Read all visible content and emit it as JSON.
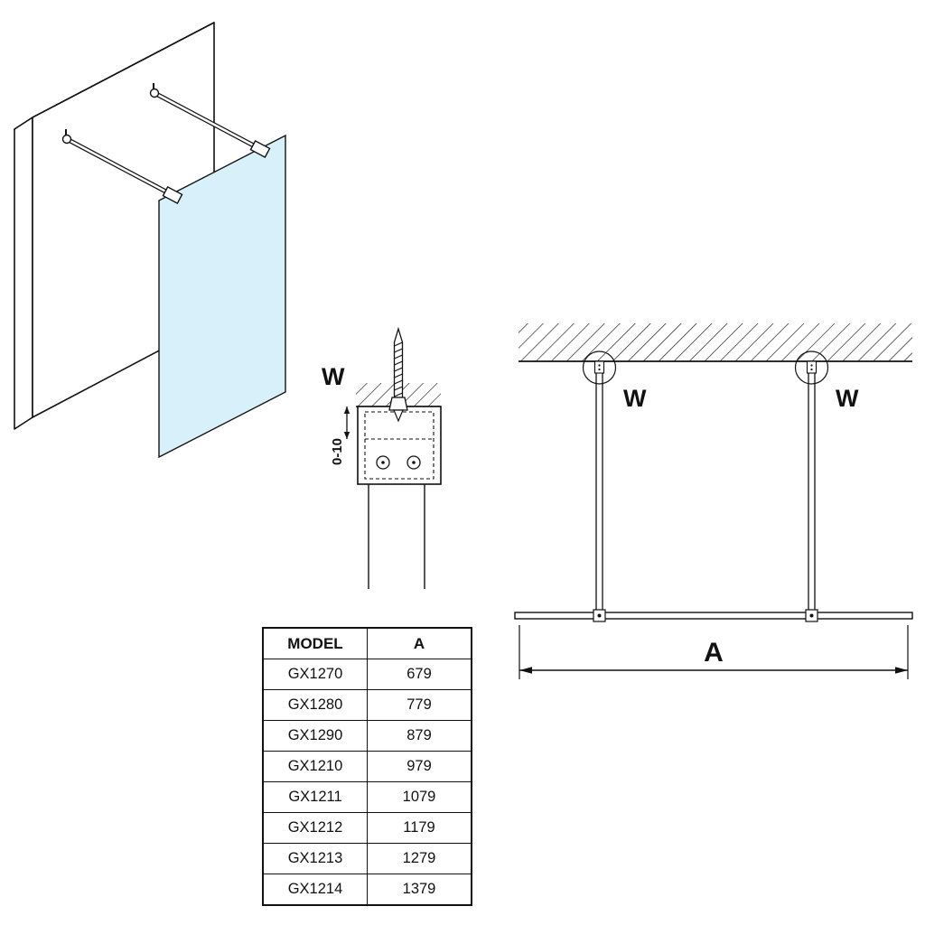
{
  "drawing": {
    "detail": {
      "w_label": "W",
      "adjust_range": "0-10"
    },
    "front": {
      "w_label_left": "W",
      "w_label_right": "W",
      "width_label": "A"
    }
  },
  "table": {
    "headers": [
      "MODEL",
      "A"
    ],
    "rows": [
      {
        "model": "GX1270",
        "a": "679"
      },
      {
        "model": "GX1280",
        "a": "779"
      },
      {
        "model": "GX1290",
        "a": "879"
      },
      {
        "model": "GX1210",
        "a": "979"
      },
      {
        "model": "GX1211",
        "a": "1079"
      },
      {
        "model": "GX1212",
        "a": "1179"
      },
      {
        "model": "GX1213",
        "a": "1279"
      },
      {
        "model": "GX1214",
        "a": "1379"
      }
    ]
  },
  "colors": {
    "glass_fill": "#d8f0f9",
    "line": "#111111"
  }
}
